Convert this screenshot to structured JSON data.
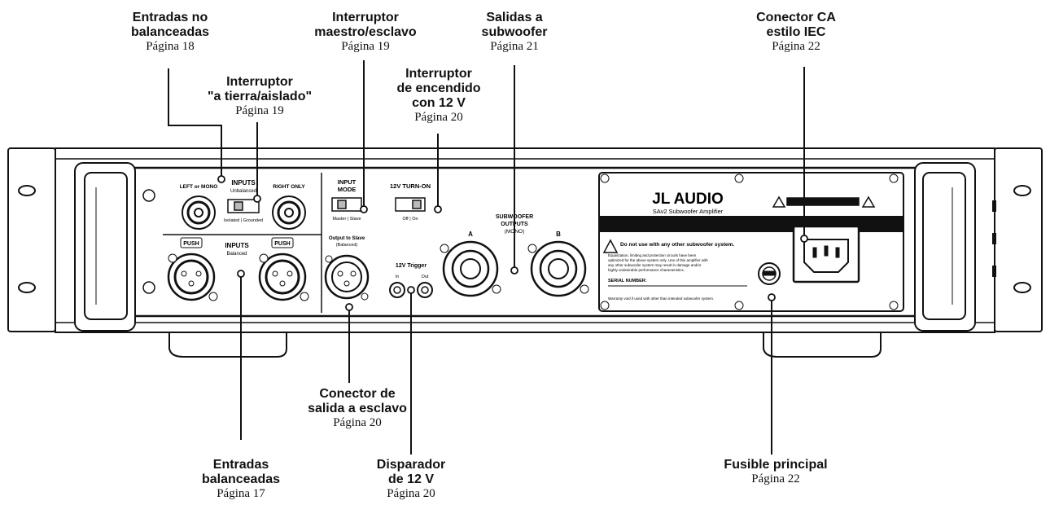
{
  "callouts": {
    "unbalanced_inputs": {
      "title": [
        "Entradas no",
        "balanceadas"
      ],
      "page": "Página 18"
    },
    "ground_switch": {
      "title": [
        "Interruptor",
        "\"a tierra/aislado\""
      ],
      "page": "Página 19"
    },
    "master_slave_switch": {
      "title": [
        "Interruptor",
        "maestro/esclavo"
      ],
      "page": "Página 19"
    },
    "turn_on_switch": {
      "title": [
        "Interruptor",
        "de encendido",
        "con 12 V"
      ],
      "page": "Página 20"
    },
    "subwoofer_outputs": {
      "title": [
        "Salidas a",
        "subwoofer"
      ],
      "page": "Página 21"
    },
    "iec_connector": {
      "title": [
        "Conector CA",
        "estilo IEC"
      ],
      "page": "Página 22"
    },
    "slave_output": {
      "title": [
        "Conector de",
        "salida a esclavo"
      ],
      "page": "Página 20"
    },
    "balanced_inputs": {
      "title": [
        "Entradas",
        "balanceadas"
      ],
      "page": "Página 17"
    },
    "trigger": {
      "title": [
        "Disparador",
        "de 12 V"
      ],
      "page": "Página 20"
    },
    "main_fuse": {
      "title": [
        "Fusible principal"
      ],
      "page": "Página 22"
    }
  },
  "panel": {
    "inputs_unbalanced": "INPUTS",
    "unbalanced": "Unbalanced",
    "left_mono": "LEFT or MONO",
    "right_only": "RIGHT ONLY",
    "isolated_grounded": "Isolated | Grounded",
    "inputs_balanced": "INPUTS",
    "balanced": "Balanced",
    "push_left": "PUSH",
    "push_right": "PUSH",
    "input_mode": [
      "INPUT",
      "MODE"
    ],
    "master_slave": "Master | Slave",
    "output_to_slave": [
      "Output to Slave",
      "(Balanced)"
    ],
    "turn_on": "12V TURN-ON",
    "off_on": "Off | On",
    "trigger": "12V Trigger",
    "trigger_in": "In",
    "trigger_out": "Out",
    "sub_outputs": [
      "SUBWOOFER",
      "OUTPUTS",
      "(MONO)"
    ],
    "out_a": "A",
    "out_b": "B",
    "brand": "JL AUDIO",
    "model": "SAv2 Subwoofer Amplifier",
    "warning_title": "Do not use with any other subwoofer system.",
    "warning_body": [
      "Equalization, limiting and protection circuits have been",
      "optimized for the above system only. Use of this amplifier with",
      "any other subwoofer system may result in damage and/or",
      "highly undesirable performance characteristics."
    ],
    "serial": "SERIAL NUMBER:",
    "footer": "Warranty void if used with other than intended subwoofer system."
  }
}
